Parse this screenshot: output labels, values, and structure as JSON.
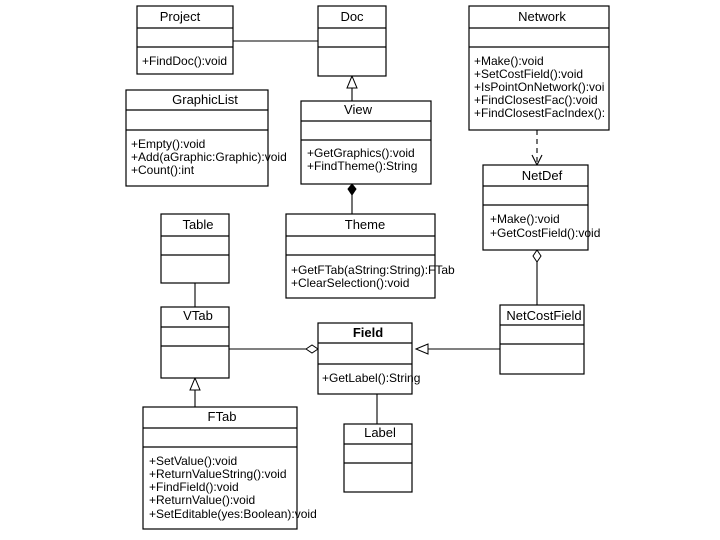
{
  "classes": {
    "project": {
      "name": "Project",
      "ops": [
        "+FindDoc():void"
      ]
    },
    "doc": {
      "name": "Doc",
      "ops": []
    },
    "network": {
      "name": "Network",
      "ops": [
        "+Make():void",
        "+SetCostField():void",
        "+IsPointOnNetwork():voi",
        "+FindClosestFac():void",
        "+FindClosestFacIndex():"
      ]
    },
    "graphiclist": {
      "name": "GraphicList",
      "ops": [
        "+Empty():void",
        "+Add(aGraphic:Graphic):void",
        "+Count():int"
      ]
    },
    "view": {
      "name": "View",
      "ops": [
        "+GetGraphics():void",
        "+FindTheme():String"
      ]
    },
    "netdef": {
      "name": "NetDef",
      "ops": [
        "+Make():void",
        "+GetCostField():void"
      ]
    },
    "table": {
      "name": "Table",
      "ops": []
    },
    "theme": {
      "name": "Theme",
      "ops": [
        "+GetFTab(aString:String):FTab",
        "+ClearSelection():void"
      ]
    },
    "vtab": {
      "name": "VTab",
      "ops": []
    },
    "field": {
      "name": "Field",
      "ops": [
        "+GetLabel():String"
      ]
    },
    "netcostfield": {
      "name": "NetCostField",
      "ops": []
    },
    "ftab": {
      "name": "FTab",
      "ops": [
        "+SetValue():void",
        "+ReturnValueString():void",
        "+FindField():void",
        "+ReturnValue():void",
        "+SetEditable(yes:Boolean):void"
      ]
    },
    "label": {
      "name": "Label",
      "ops": []
    }
  }
}
